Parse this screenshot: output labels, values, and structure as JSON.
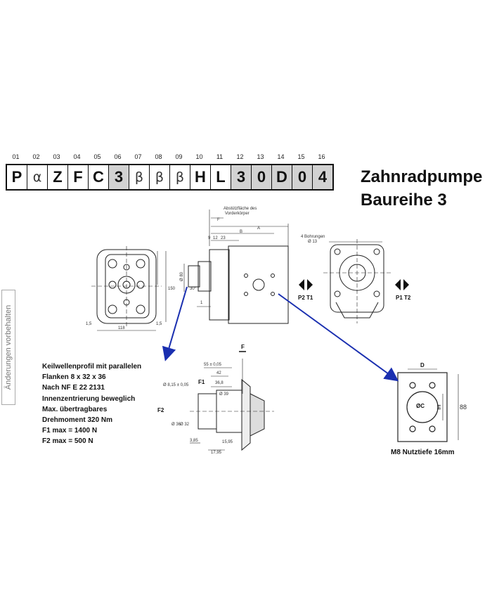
{
  "positions": [
    "01",
    "02",
    "03",
    "04",
    "05",
    "06",
    "07",
    "08",
    "09",
    "10",
    "11",
    "12",
    "13",
    "14",
    "15",
    "16"
  ],
  "code": [
    {
      "char": "P",
      "style": "white"
    },
    {
      "char": "α",
      "style": "var"
    },
    {
      "char": "Z",
      "style": "white"
    },
    {
      "char": "F",
      "style": "white"
    },
    {
      "char": "C",
      "style": "white"
    },
    {
      "char": "3",
      "style": "fix"
    },
    {
      "char": "β",
      "style": "var"
    },
    {
      "char": "β",
      "style": "var"
    },
    {
      "char": "β",
      "style": "var"
    },
    {
      "char": "H",
      "style": "white"
    },
    {
      "char": "L",
      "style": "white"
    },
    {
      "char": "3",
      "style": "fix"
    },
    {
      "char": "0",
      "style": "fix"
    },
    {
      "char": "D",
      "style": "fix"
    },
    {
      "char": "0",
      "style": "fix"
    },
    {
      "char": "4",
      "style": "fix"
    }
  ],
  "title": {
    "line1": "Zahnradpumpe",
    "line2": "Baureihe 3"
  },
  "side_note": "Änderungen vorbehalten",
  "spec_lines": [
    "Keilwellenprofil mit parallelen",
    "Flanken 8 x 32 x 36",
    "Nach  NF E 22 2131",
    "Innenzentrierung beweglich",
    "Max. übertragbares",
    "Drehmoment 320 Nm",
    "F1 max = 1400 N",
    "F2 max = 500 N"
  ],
  "flange_note": "M8 Nutztiefe 16mm",
  "labels": {
    "abutment": "Abstützfläche des",
    "abutment2": "Vorderkörper",
    "dimA": "A",
    "dimB": "B",
    "dimF": "F",
    "d9": "9",
    "d12": "12",
    "d23": "23",
    "bores": "4 Bohrungen",
    "bore_d": "Ø 13",
    "p2t1": "P2 T1",
    "p1t2": "P1 T2",
    "d118": "118",
    "d15a": "1,5",
    "d15b": "1,5",
    "d150": "150",
    "d80": "Ø 80",
    "d30": "30°",
    "d1": "1",
    "F": "F",
    "F1": "F1",
    "F2": "F2",
    "d55": "55 ± 0,05",
    "d42": "42",
    "d368": "36,8",
    "d815": "Ø 8,15 ± 0,05",
    "d39": "Ø 39",
    "d36": "Ø 36",
    "d32": "Ø 32",
    "d385": "3,85",
    "d1595": "15,95",
    "d1795": "17,95",
    "D": "D",
    "d88": "88",
    "oc": "ØC",
    "E": "E"
  }
}
